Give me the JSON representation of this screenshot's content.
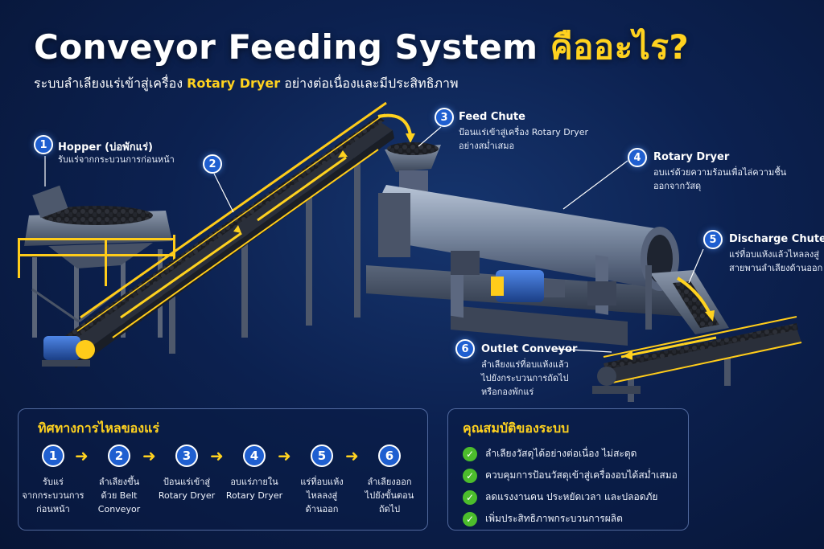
{
  "header": {
    "title_main": "Conveyor Feeding System",
    "title_accent": "คืออะไร?",
    "subtitle_pre": "ระบบลำเลียงแร่เข้าสู่เครื่อง",
    "subtitle_accent": "Rotary Dryer",
    "subtitle_post": "อย่างต่อเนื่องและมีประสิทธิภาพ"
  },
  "callouts": [
    {
      "num": "1",
      "name": "Hopper (บ่อพักแร่)",
      "desc": [
        "รับแร่จากกระบวนการก่อนหน้า"
      ]
    },
    {
      "num": "2",
      "name": "",
      "desc": []
    },
    {
      "num": "3",
      "name": "Feed Chute",
      "desc": [
        "ป้อนแร่เข้าสู่เครื่อง Rotary Dryer",
        "อย่างสม่ำเสมอ"
      ]
    },
    {
      "num": "4",
      "name": "Rotary Dryer",
      "desc": [
        "อบแร่ด้วยความร้อนเพื่อไล่ความชื้น",
        "ออกจากวัสดุ"
      ]
    },
    {
      "num": "5",
      "name": "Discharge Chute",
      "desc": [
        "แร่ที่อบแห้งแล้วไหลลงสู่",
        "สายพานลำเลียงด้านออก"
      ]
    },
    {
      "num": "6",
      "name": "Outlet Conveyor",
      "desc": [
        "ลำเลียงแร่ที่อบแห้งแล้ว",
        "ไปยังกระบวนการถัดไป",
        "หรือกองพักแร่"
      ]
    }
  ],
  "flow": {
    "title": "ทิศทางการไหลของแร่",
    "steps": [
      {
        "num": "1",
        "lines": [
          "รับแร่",
          "จากกระบวนการ",
          "ก่อนหน้า"
        ]
      },
      {
        "num": "2",
        "lines": [
          "ลำเลียงขึ้น",
          "ด้วย Belt",
          "Conveyor"
        ]
      },
      {
        "num": "3",
        "lines": [
          "ป้อนแร่เข้าสู่",
          "Rotary Dryer"
        ]
      },
      {
        "num": "4",
        "lines": [
          "อบแร่ภายใน",
          "Rotary Dryer"
        ]
      },
      {
        "num": "5",
        "lines": [
          "แร่ที่อบแห้ง",
          "ไหลลงสู่",
          "ด้านออก"
        ]
      },
      {
        "num": "6",
        "lines": [
          "ลำเลียงออก",
          "ไปยังขั้นตอน",
          "ถัดไป"
        ]
      }
    ],
    "arrow_glyph": "➜"
  },
  "features": {
    "title": "คุณสมบัติของระบบ",
    "items": [
      "ลำเลียงวัสดุได้อย่างต่อเนื่อง ไม่สะดุด",
      "ควบคุมการป้อนวัสดุเข้าสู่เครื่องอบได้สม่ำเสมอ",
      "ลดแรงงานคน ประหยัดเวลา และปลอดภัย",
      "เพิ่มประสิทธิภาพกระบวนการผลิต"
    ],
    "check_glyph": "✓"
  },
  "colors": {
    "accent": "#ffd21f",
    "badge": "#1f5fd0",
    "check": "#4cbd2c",
    "background": "#0c2150"
  }
}
